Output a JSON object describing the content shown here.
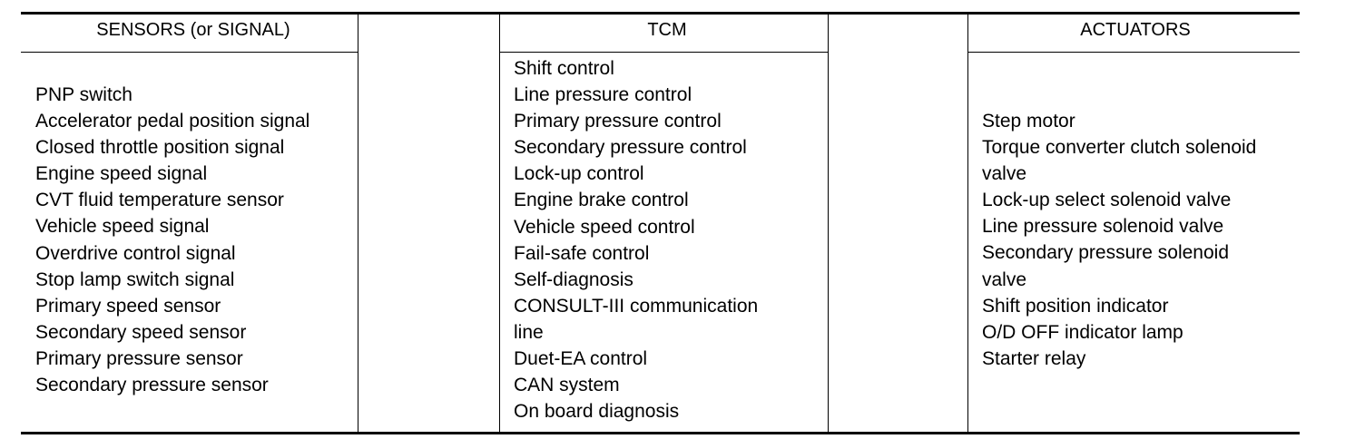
{
  "headers": {
    "sensors": "SENSORS (or SIGNAL)",
    "tcm": "TCM",
    "actuators": "ACTUATORS"
  },
  "sensors": [
    "PNP switch",
    "Accelerator pedal position signal",
    "Closed throttle position signal",
    "Engine speed signal",
    "CVT fluid temperature sensor",
    "Vehicle speed signal",
    "Overdrive control signal",
    "Stop lamp switch signal",
    "Primary speed sensor",
    "Secondary speed sensor",
    "Primary pressure sensor",
    "Secondary pressure sensor"
  ],
  "tcm": [
    "Shift control",
    "Line pressure control",
    "Primary pressure control",
    "Secondary pressure control",
    "Lock-up control",
    "Engine brake control",
    "Vehicle speed control",
    "Fail-safe control",
    "Self-diagnosis",
    "CONSULT-III communication",
    "line",
    "Duet-EA control",
    "CAN system",
    "On board diagnosis"
  ],
  "actuators": [
    "Step motor",
    "Torque converter clutch solenoid",
    "valve",
    "Lock-up select solenoid valve",
    "Line pressure solenoid valve",
    "Secondary pressure solenoid",
    "valve",
    "Shift position indicator",
    "O/D OFF indicator lamp",
    "Starter relay"
  ]
}
